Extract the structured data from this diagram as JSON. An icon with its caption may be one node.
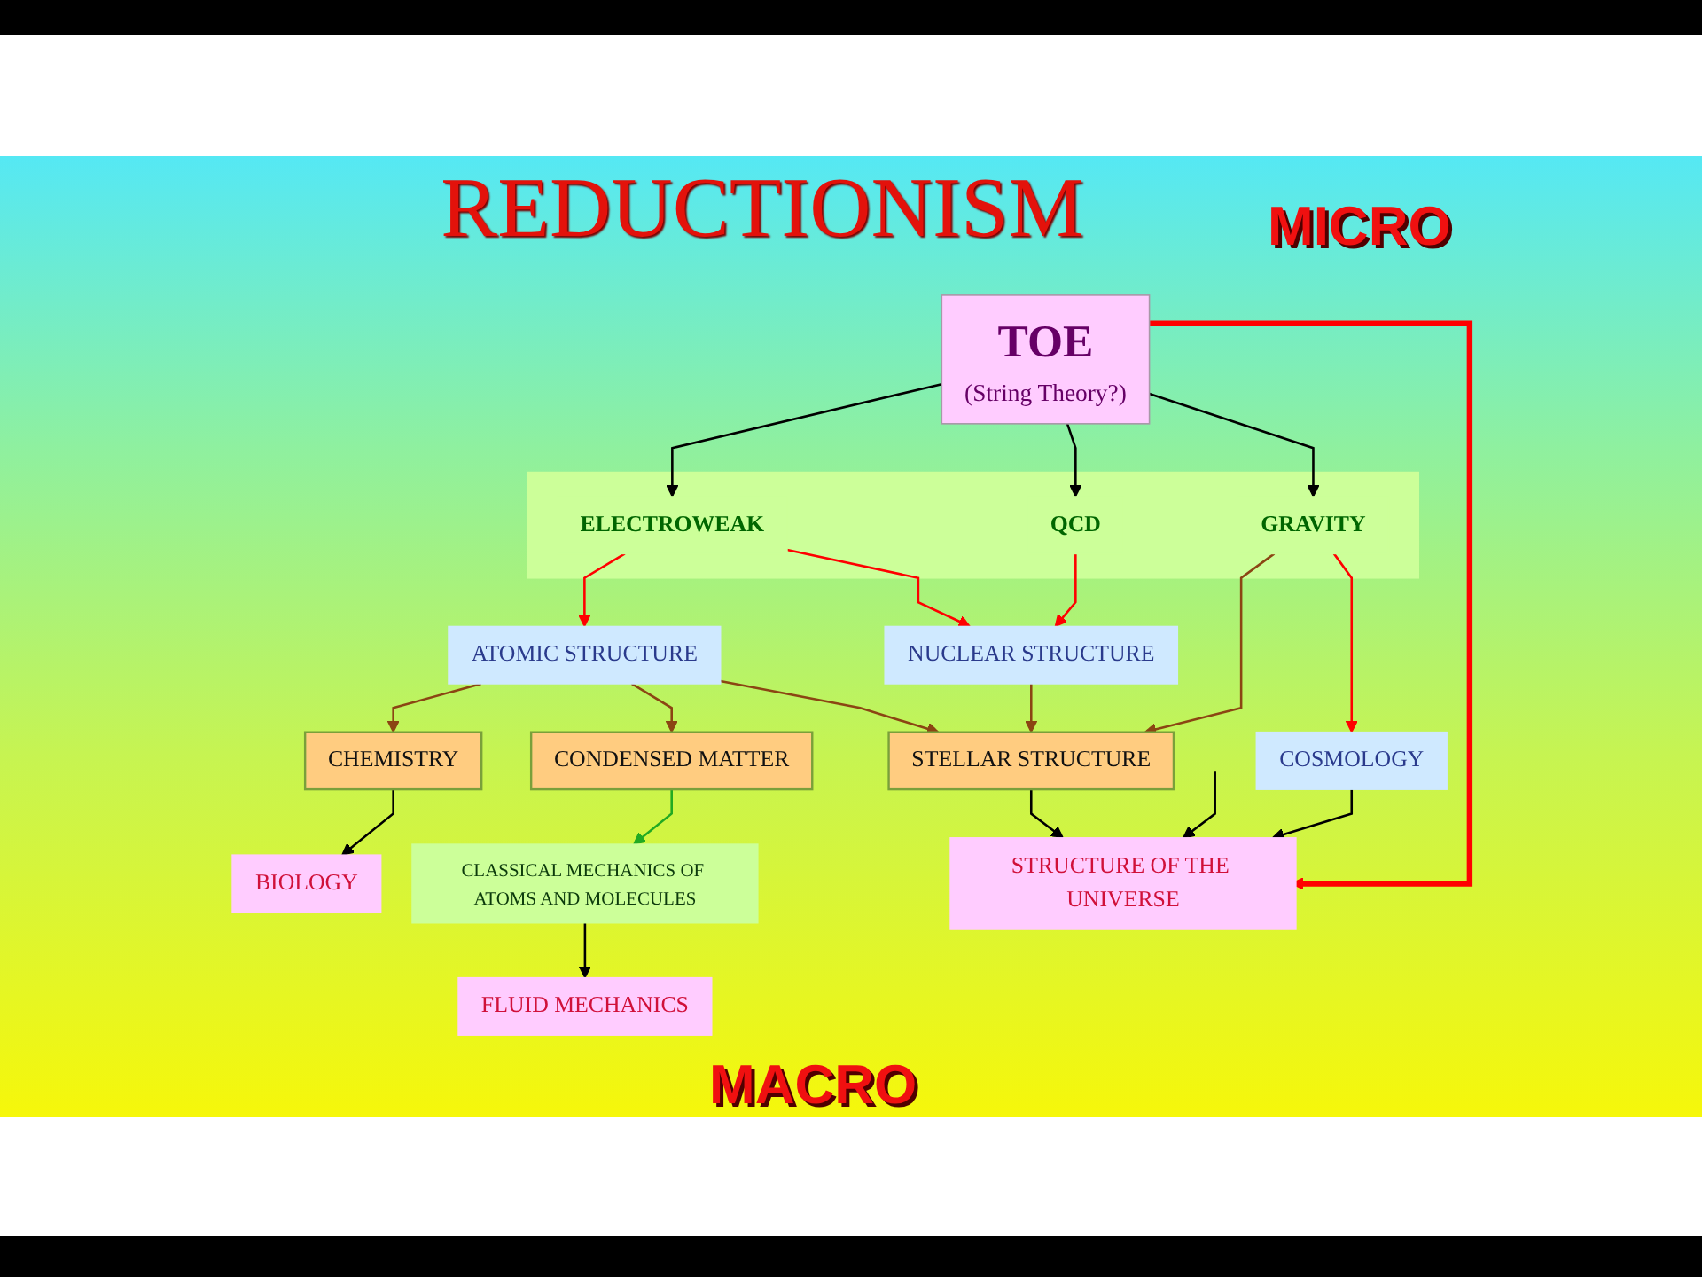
{
  "diagram": {
    "title": "REDUCTIONISM",
    "nodes": [
      {
        "text": [
          "TOE",
          "(String Theory?)"
        ]
      },
      {
        "text": [],
        "shape": "bar"
      },
      {
        "text": [
          "GRAVITY"
        ],
        "in": 1
      },
      {
        "text": [
          "QCD"
        ],
        "in": 1
      },
      {
        "text": [
          "ELECTROWEAK"
        ],
        "in": 1
      },
      {
        "text": [
          "NUCLEAR STRUCTURE"
        ]
      },
      {
        "text": [
          "ATOMIC STRUCTURE"
        ]
      },
      {
        "text": [
          "COSMOLOGY"
        ]
      },
      {
        "text": [
          "STELLAR STRUCTURE"
        ]
      },
      {
        "text": [
          "CONDENSED MATTER"
        ]
      },
      {
        "text": [
          "CLASSICAL MECHANICS OF ATOMS AND MOLECULES"
        ]
      },
      {
        "text": [
          "CHEMISTRY"
        ]
      },
      {
        "text": [
          "STRUCTURE OF THE UNIVERSE"
        ]
      },
      {
        "text": [
          "FLUID MECHANICS"
        ]
      },
      {
        "text": [
          "BIOLOGY"
        ]
      }
    ],
    "edges": [
      {
        "from": 0,
        "to": 2,
        "arrow": "to"
      },
      {
        "from": 0,
        "to": 3,
        "arrow": "to"
      },
      {
        "from": 0,
        "to": 4,
        "arrow": "to"
      },
      {
        "from": 0,
        "to": 12,
        "arrow": "to",
        "style": "thick",
        "color": "#ff0000"
      },
      {
        "from": 2,
        "to": 7,
        "arrow": "to",
        "color": "#ff0000"
      },
      {
        "from": 2,
        "to": 8,
        "arrow": "to",
        "color": "#8b4513"
      },
      {
        "from": 3,
        "to": 5,
        "arrow": "to",
        "color": "#ff0000"
      },
      {
        "from": 4,
        "to": 5,
        "arrow": "to",
        "color": "#ff0000"
      },
      {
        "from": 4,
        "to": 6,
        "arrow": "to",
        "color": "#ff0000"
      },
      {
        "from": 5,
        "to": 8,
        "arrow": "to",
        "color": "#8b4513"
      },
      {
        "from": 6,
        "to": 8,
        "arrow": "to",
        "color": "#8b4513"
      },
      {
        "from": 6,
        "to": 9,
        "arrow": "to",
        "color": "#8b4513"
      },
      {
        "from": 6,
        "to": 11,
        "arrow": "to",
        "color": "#8b4513"
      },
      {
        "from": 9,
        "to": 10,
        "arrow": "to",
        "color": "#22aa22"
      },
      {
        "from": 7,
        "to": 12,
        "arrow": "to"
      },
      {
        "from": 8,
        "to": 12,
        "arrow": "to"
      },
      {
        "from": null,
        "to": 12,
        "arrow": "to"
      },
      {
        "from": 10,
        "to": 13,
        "arrow": "to"
      },
      {
        "from": 11,
        "to": 14,
        "arrow": "to"
      }
    ],
    "labels": [
      "MICRO",
      "MACRO"
    ]
  }
}
